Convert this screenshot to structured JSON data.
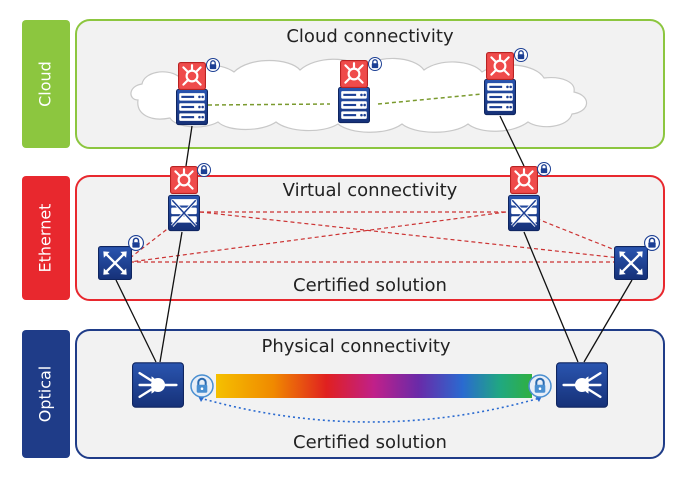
{
  "layers": {
    "cloud": {
      "tab_label": "Cloud",
      "title": "Cloud connectivity",
      "tab_color": "#8cc63f",
      "border_color": "#8cc63f"
    },
    "ethernet": {
      "tab_label": "Ethernet",
      "title": "Virtual connectivity",
      "subtitle": "Certified solution",
      "tab_color": "#e8282e",
      "border_color": "#e8282e"
    },
    "optical": {
      "tab_label": "Optical",
      "title": "Physical connectivity",
      "subtitle": "Certified solution",
      "tab_color": "#1f3c88",
      "border_color": "#1f3c88"
    }
  },
  "colors": {
    "panel_fill": "#f2f2f2",
    "device_blue": "#1c3f94",
    "security_red": "#ef4b4b",
    "cloud_dashed_link": "#7a9a2e",
    "ethernet_dashed_link": "#cc3333",
    "optical_dotted_link": "#2a6ad0",
    "lock_blue": "#4a8fd1"
  },
  "icons": {
    "server": "server-icon",
    "security_function": "security-function-icon",
    "lock": "lock-icon",
    "ethernet_switch": "ethernet-switch-icon",
    "optical_node": "optical-node-icon",
    "cloud": "cloud-icon",
    "spectrum": "optical-spectrum-bar"
  }
}
